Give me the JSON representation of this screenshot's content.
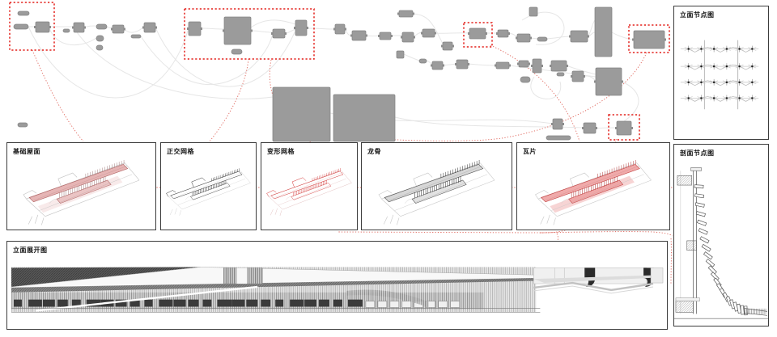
{
  "colors": {
    "node_fill": "#9b9b9b",
    "node_border": "#858585",
    "node_nub": "#8d8d8d",
    "wire": "#e6e6e6",
    "group_red": "#e3201b",
    "leader_red": "#e0675d",
    "panel_border": "#3c3c3c",
    "title_color": "#151515"
  },
  "panels": {
    "base_roof": {
      "title": "基础屋面",
      "scheme": "pink"
    },
    "ortho_grid": {
      "title": "正交网格",
      "scheme": "black"
    },
    "deformed_grid": {
      "title": "变形网格",
      "scheme": "red"
    },
    "keel": {
      "title": "龙骨",
      "scheme": "dark"
    },
    "tiles": {
      "title": "瓦片",
      "scheme": "redfill"
    },
    "elevation_nodes": {
      "title": "立面节点图"
    },
    "section_nodes": {
      "title": "剖面节点图"
    },
    "elevation_unfold": {
      "title": "立面展开图"
    }
  },
  "axon_schemes": {
    "pink": {
      "line": "#c3c3c3",
      "rib": "rgba(205,108,108,0.5)",
      "rib2": "rgba(205,108,108,0.3)",
      "big": "rgba(205,108,108,0.14)",
      "edge": "#b06262",
      "hatch": "#aa8888",
      "grid": false
    },
    "black": {
      "line": "#cfcfcf",
      "rib": "none",
      "rib2": "none",
      "big": "none",
      "edge": "#1c1c1c",
      "hatch": "#242424",
      "grid": true
    },
    "red": {
      "line": "#e0bcbc",
      "rib": "none",
      "rib2": "none",
      "big": "none",
      "edge": "#cf1f1f",
      "hatch": "#d23a3a",
      "grid": true
    },
    "dark": {
      "line": "#c9c9c9",
      "rib": "rgba(110,110,110,0.28)",
      "rib2": "rgba(110,110,110,0.2)",
      "big": "none",
      "edge": "#4f4f4f",
      "hatch": "#3c3c3c",
      "grid": false
    },
    "redfill": {
      "line": "#c9c9c9",
      "rib": "rgba(228,100,100,0.55)",
      "rib2": "rgba(228,100,100,0.4)",
      "big": "rgba(228,100,100,0.28)",
      "edge": "#c24242",
      "hatch": "#b84a4a",
      "grid": false
    }
  },
  "graph": {
    "nodes": [
      [
        22,
        14,
        14,
        5,
        1
      ],
      [
        17,
        30,
        18,
        6,
        1
      ],
      [
        44,
        27,
        17,
        13,
        0
      ],
      [
        78,
        36,
        8,
        4,
        1
      ],
      [
        91,
        28,
        13,
        12,
        0
      ],
      [
        119,
        30,
        13,
        6,
        1
      ],
      [
        139,
        31,
        14,
        10,
        0
      ],
      [
        162,
        43,
        12,
        4,
        1
      ],
      [
        178,
        28,
        14,
        12,
        0
      ],
      [
        119,
        44,
        9,
        7,
        1
      ],
      [
        119,
        56,
        8,
        6,
        1
      ],
      [
        22,
        152,
        12,
        5,
        1
      ],
      [
        233,
        27,
        15,
        17,
        0
      ],
      [
        277,
        21,
        33,
        34,
        0
      ],
      [
        286,
        61,
        13,
        6,
        1
      ],
      [
        337,
        36,
        15,
        11,
        0
      ],
      [
        365,
        25,
        14,
        19,
        0
      ],
      [
        414,
        30,
        12,
        12,
        0
      ],
      [
        435,
        38,
        17,
        12,
        0
      ],
      [
        469,
        40,
        14,
        9,
        0
      ],
      [
        493,
        13,
        17,
        8,
        0
      ],
      [
        497,
        40,
        14,
        12,
        0
      ],
      [
        522,
        36,
        15,
        10,
        0
      ],
      [
        547,
        52,
        12,
        10,
        0
      ],
      [
        490,
        63,
        9,
        9,
        2
      ],
      [
        518,
        73,
        9,
        5,
        1
      ],
      [
        534,
        76,
        13,
        10,
        0
      ],
      [
        564,
        74,
        14,
        11,
        0
      ],
      [
        613,
        77,
        16,
        8,
        0
      ],
      [
        580,
        35,
        20,
        13,
        0
      ],
      [
        615,
        37,
        13,
        9,
        0
      ],
      [
        639,
        42,
        16,
        10,
        0
      ],
      [
        654,
        9,
        10,
        11,
        2
      ],
      [
        664,
        46,
        12,
        5,
        1
      ],
      [
        705,
        38,
        21,
        14,
        0
      ],
      [
        735,
        9,
        21,
        61,
        2
      ],
      [
        641,
        75,
        12,
        8,
        0
      ],
      [
        658,
        73,
        11,
        17,
        0
      ],
      [
        681,
        75,
        19,
        13,
        0
      ],
      [
        688,
        90,
        9,
        4,
        1
      ],
      [
        643,
        95,
        12,
        7,
        1
      ],
      [
        707,
        88,
        14,
        13,
        0
      ],
      [
        736,
        84,
        32,
        34,
        0
      ],
      [
        683,
        147,
        12,
        13,
        0
      ],
      [
        721,
        152,
        15,
        13,
        0
      ],
      [
        762,
        150,
        18,
        17,
        0
      ],
      [
        675,
        168,
        30,
        5,
        1
      ],
      [
        783,
        38,
        38,
        22,
        0
      ],
      [
        337,
        108,
        71,
        67,
        2
      ],
      [
        412,
        117,
        76,
        58,
        2
      ]
    ],
    "groups": [
      [
        12,
        3,
        55,
        59
      ],
      [
        228,
        11,
        160,
        62
      ],
      [
        573,
        28,
        35,
        30
      ],
      [
        777,
        31,
        50,
        34
      ],
      [
        752,
        142,
        38,
        31
      ]
    ],
    "wires": [
      "M35,33 C60,33 60,33 91,33",
      "M104,34 C110,32 112,32 119,32",
      "M132,33 C135,34 136,35 139,35",
      "M153,36 C158,40 165,44 178,33",
      "M61,35 C70,60 100,60 119,47",
      "M192,34 C230,120 320,140 364,40",
      "M35,33 C90,150 200,150 233,35",
      "M174,45 C250,160 330,80 337,41",
      "M248,35 C260,35 265,36 277,36",
      "M310,38 C320,38 326,40 337,40",
      "M310,34 C330,20 350,25 365,30",
      "M352,42 C358,40 360,38 365,36",
      "M379,35 C395,35 403,36 414,36",
      "M426,36 C430,42 430,44 435,44",
      "M452,44 C458,45 462,45 469,44",
      "M483,44 C488,44 492,44 497,44",
      "M511,46 C515,42 518,40 522,40",
      "M537,41 C550,42 565,40 580,41",
      "M600,41 C605,41 608,41 615,41",
      "M628,41 C633,42 635,42 639,46",
      "M655,47 C680,50 690,45 705,45",
      "M726,45 C730,45 731,40 735,40",
      "M726,45 C730,42 731,30 735,25",
      "M756,40 C765,45 775,48 783,49",
      "M499,67 C505,70 510,72 518,75",
      "M527,75 C530,76 531,77 534,80",
      "M547,81 C553,80 558,80 564,79",
      "M578,79 C590,80 600,81 613,81",
      "M629,81 C660,85 700,90 736,95",
      "M700,81 C710,85 720,88 736,92",
      "M721,94 C728,94 730,94 736,100",
      "M768,101 C790,110 800,130 771,150",
      "M408,140 C500,160 600,140 683,153",
      "M488,145 C550,160 650,155 721,158",
      "M736,159 C745,158 752,158 762,158",
      "M508,17 C530,17 535,30 547,54",
      "M645,25 C700,-10 720,60 662,55",
      "M660,95 C640,125 700,135 692,101",
      "M91,34 C140,110 260,130 337,120"
    ],
    "leaders": [
      "M40,62 C58,105 80,148 103,175",
      "M307,73 C303,112 278,152 258,176",
      "M335,74 C326,120 352,156 384,176",
      "M606,56 C655,78 700,120 716,175",
      "M799,65 C775,118 700,158 620,171 C585,176 520,175 473,172",
      "M762,172 C748,214 733,258 706,281 C696,288 680,288 668,288 L418,287",
      "M668,288 C720,287 775,286 806,287 C820,288 827,289 831,292",
      "M688,289 C690,293 690,296 688,300",
      "M829,295 C830,312 829,332 829,352",
      "M190,232 L838,232"
    ]
  }
}
